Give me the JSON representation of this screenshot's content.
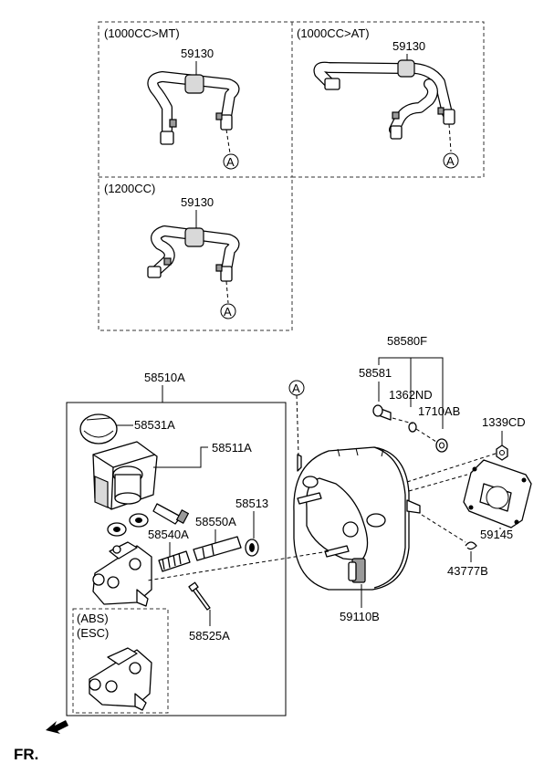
{
  "groups": {
    "mt": "(1000CC>MT)",
    "at": "(1000CC>AT)",
    "cc1200": "(1200CC)",
    "abs": "(ABS)",
    "esc": "(ESC)"
  },
  "parts": {
    "p59130_mt": "59130",
    "p59130_at": "59130",
    "p59130_1200": "59130",
    "p58510A": "58510A",
    "p58531A": "58531A",
    "p58511A": "58511A",
    "p58513": "58513",
    "p58550A": "58550A",
    "p58540A": "58540A",
    "p58525A": "58525A",
    "p58580F": "58580F",
    "p58581": "58581",
    "p1362ND": "1362ND",
    "p1710AB": "1710AB",
    "p1339CD": "1339CD",
    "p59145": "59145",
    "p43777B": "43777B",
    "p59110B": "59110B"
  },
  "refs": {
    "a1": "A",
    "a2": "A",
    "a3": "A",
    "a4": "A"
  },
  "direction": {
    "label": "FR."
  },
  "icons": {
    "front_arrow": "front-direction-arrow"
  }
}
